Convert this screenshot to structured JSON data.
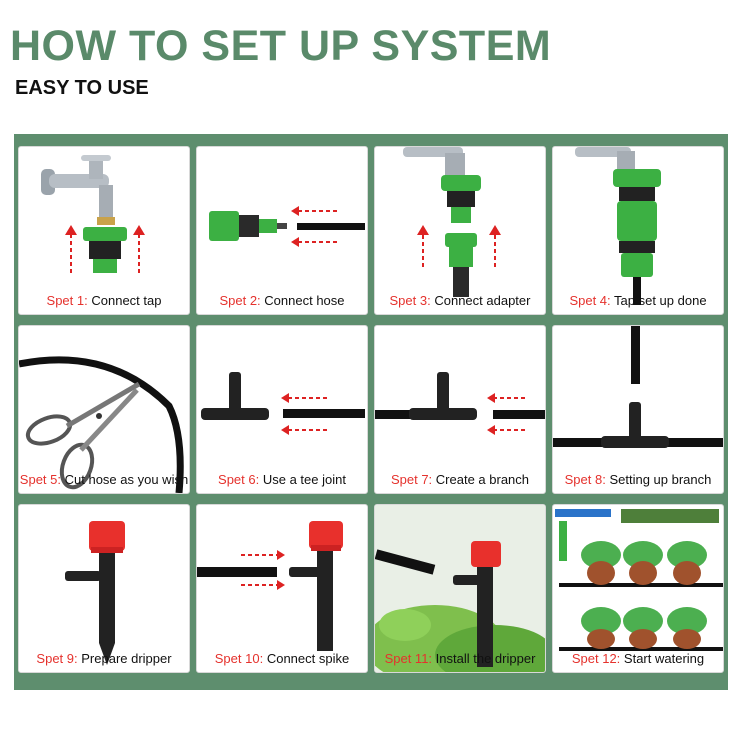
{
  "header": {
    "title": "HOW TO SET UP SYSTEM",
    "subtitle": "EASY TO USE"
  },
  "colors": {
    "brand_green": "#5a8a6a",
    "panel_green": "#5e8e6e",
    "step_red": "#e5322d",
    "fitting_green": "#3cb043"
  },
  "steps": [
    {
      "step": "Spet 1:",
      "text": "Connect tap",
      "icon": "tap-with-adapter-icon"
    },
    {
      "step": "Spet 2:",
      "text": "Connect hose",
      "icon": "hose-connector-icon"
    },
    {
      "step": "Spet 3:",
      "text": "Connect adapter",
      "icon": "tap-adapter-icon"
    },
    {
      "step": "Spet 4:",
      "text": "Tap set up done",
      "icon": "assembled-tap-icon"
    },
    {
      "step": "Spet 5:",
      "text": "Cut hose as you wish",
      "icon": "scissors-icon"
    },
    {
      "step": "Spet 6:",
      "text": "Use a tee joint",
      "icon": "tee-joint-icon"
    },
    {
      "step": "Spet 7:",
      "text": "Create a branch",
      "icon": "tee-branch-icon"
    },
    {
      "step": "Spet 8:",
      "text": "Setting up branch",
      "icon": "tee-setup-icon"
    },
    {
      "step": "Spet 9:",
      "text": "Prepare  dripper",
      "icon": "dripper-icon"
    },
    {
      "step": "Spet 10:",
      "text": "Connect spike",
      "icon": "spike-connect-icon"
    },
    {
      "step": "Spet 11:",
      "text": "Install the dripper",
      "icon": "dripper-install-icon"
    },
    {
      "step": "Spet 12:",
      "text": "Start watering",
      "icon": "potted-plants-icon"
    }
  ]
}
